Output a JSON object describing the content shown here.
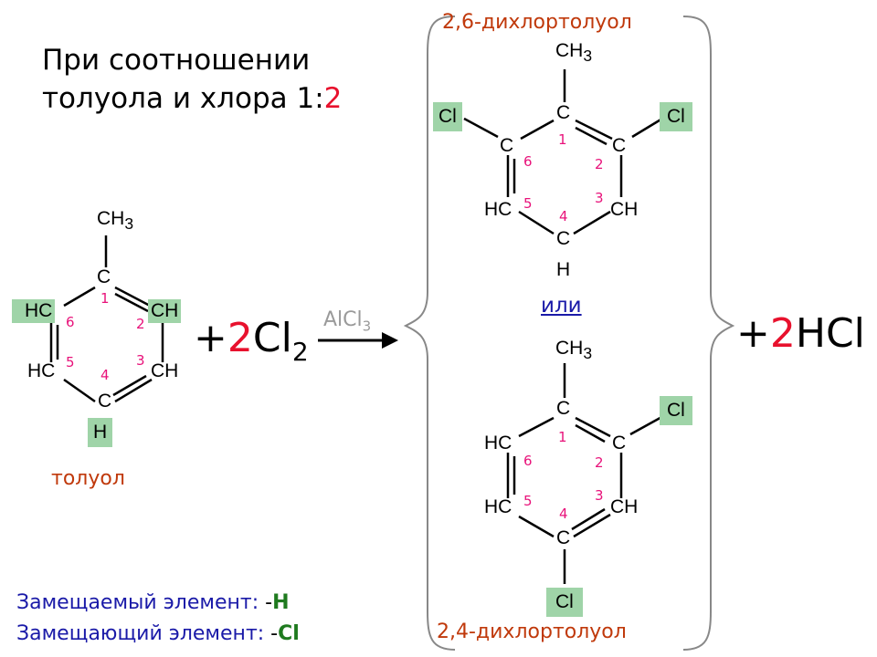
{
  "title": {
    "line1": "При соотношении",
    "line2_prefix": "толуола и хлора 1:",
    "line2_ratio": "2"
  },
  "toluene": {
    "ch3": "CH",
    "ch3_sub": "3",
    "atoms": {
      "c1": "C",
      "c2": "CH",
      "c3": "CH",
      "c4": "C",
      "c5": "HC",
      "c6": "HC",
      "h4": "H"
    },
    "numbers": [
      "1",
      "2",
      "3",
      "4",
      "5",
      "6"
    ],
    "name": "толуол"
  },
  "reagent": {
    "plus": "+",
    "coef": "2",
    "sym": "Cl",
    "sub": "2"
  },
  "catalyst": {
    "text": "AlCl",
    "sub": "3"
  },
  "product_top": {
    "name": "2,6-дихлортолуол",
    "ch3": "CH",
    "ch3_sub": "3",
    "atoms": {
      "c1": "C",
      "c2": "C",
      "c3": "CH",
      "c4": "C",
      "c5": "HC",
      "c6": "C",
      "h4": "H"
    },
    "cl_left": "Cl",
    "cl_right": "Cl",
    "numbers": [
      "1",
      "2",
      "3",
      "4",
      "5",
      "6"
    ]
  },
  "or_label": "или",
  "product_bottom": {
    "name": "2,4-дихлортолуол",
    "ch3": "CH",
    "ch3_sub": "3",
    "atoms": {
      "c1": "C",
      "c2": "C",
      "c3": "CH",
      "c4": "C",
      "c5": "HC",
      "c6": "HC"
    },
    "cl_right": "Cl",
    "cl_bottom": "Cl",
    "numbers": [
      "1",
      "2",
      "3",
      "4",
      "5",
      "6"
    ]
  },
  "byproduct": {
    "plus": "+",
    "coef": "2",
    "formula": "HCl"
  },
  "legend": {
    "replaced_label": "Замещаемый элемент: ",
    "replaced_dash": "-",
    "replaced_value": "H",
    "replacing_label": "Замещающий элемент: ",
    "replacing_dash": "-",
    "replacing_value": "Cl"
  },
  "colors": {
    "red": "#e8112d",
    "pink": "#e8127a",
    "highlight": "#9fd4a8",
    "blue": "#1a1aa8",
    "brown": "#c0390b",
    "green": "#1f7a1f"
  }
}
